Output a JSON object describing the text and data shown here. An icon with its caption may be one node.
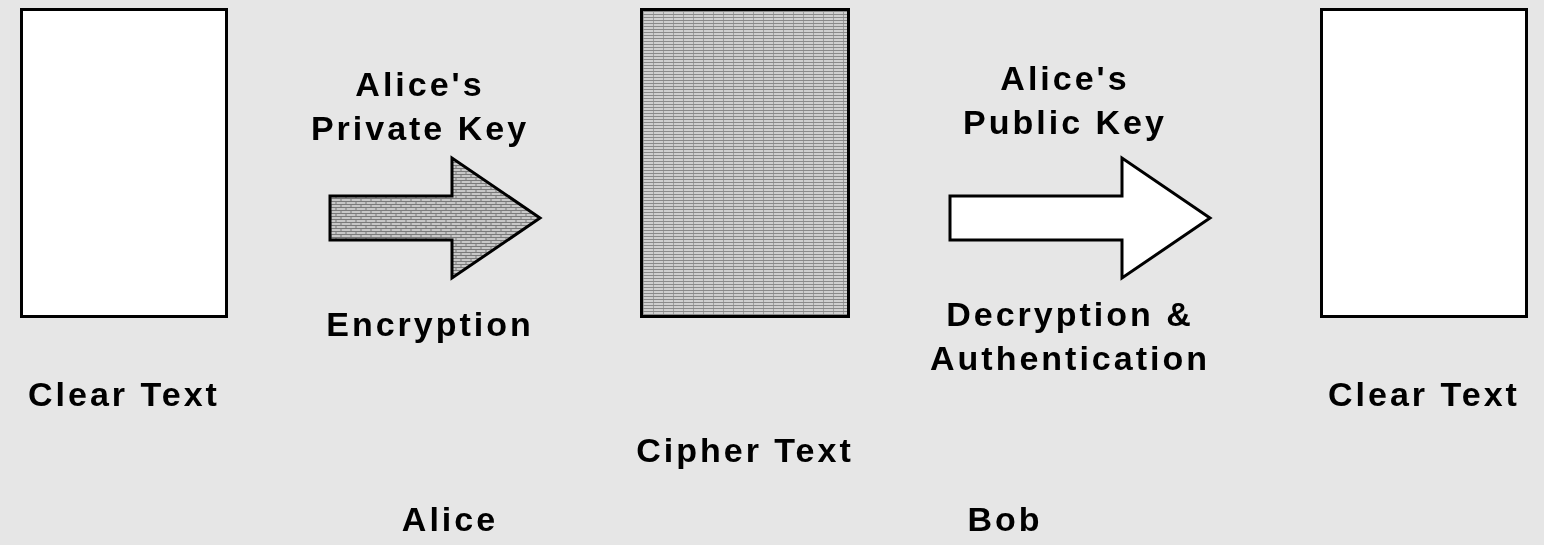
{
  "diagram": {
    "nodes": [
      {
        "text": [
          "Clear Text"
        ]
      },
      {
        "text": [
          "Cipher Text"
        ]
      },
      {
        "text": [
          "Clear Text"
        ]
      }
    ],
    "edges": [
      {
        "from": 0,
        "to": 1,
        "arrow": "to",
        "label": "Alice's Private Key",
        "color": "#c8c8c8"
      },
      {
        "from": 1,
        "to": 2,
        "arrow": "to",
        "label": "Alice's Public Key"
      }
    ],
    "labels": [
      "Encryption",
      "Decryption & Authentication",
      "Alice",
      "Bob"
    ]
  }
}
